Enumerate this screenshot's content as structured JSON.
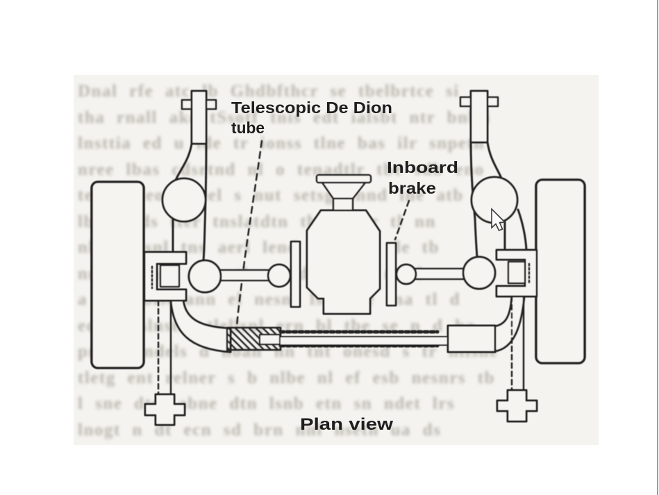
{
  "window": {
    "edge_line_color": "#9f9f9f"
  },
  "scan": {
    "background": "#f4f3ef"
  },
  "diagram": {
    "ink": "#242424",
    "labels": {
      "telescopic_1": "Telescopic De Dion",
      "telescopic_2": "tube",
      "inboard_1": "Inboard",
      "inboard_2": "brake",
      "caption": "Plan view"
    }
  },
  "bleed_text": {
    "lines": [
      "Dnal rfe atc lb Ghdbfthcr se tbelbrtce si",
      "tha rnall ake tSsotf tnis edt ialsbt ntr bnbli",
      "lnsttia ed u lde tr ionss tlne bas ilr snpetn",
      "nree lbas cdsrtnd nl o tenadtlr tbe sdb eno",
      "terg atleod bnel s nut setsg annd lne atb",
      "lbnt lnds tter tnslatdtn tbs stnsr tl nn",
      "nlterst snl tns aerl lend sed ans tle tb",
      "nnsb ennnl aare tlen ard seninr nd l",
      "a Tbe blst ann el nesnl lse atle tna tl d",
      "ed ne slnstin tlellsnl ern bl tbe se n d ba",
      "pne t lndels d noan nn tnt onesd s tr nllsne",
      "tletg ent relner s b nlbe nl ef esb nesnrs tb",
      "l sne dtel abne dtn lsnb etn sn ndet lrs",
      "lnogt n dt ecn sd brn nnl nsetn ua ds"
    ]
  }
}
